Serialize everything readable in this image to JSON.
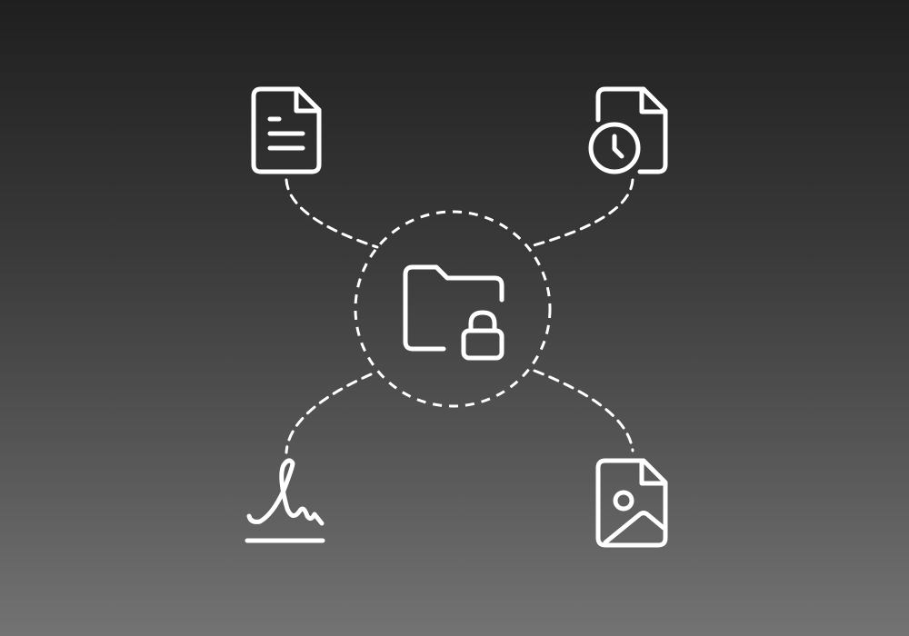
{
  "diagram": {
    "colors": {
      "stroke": "#ffffff",
      "background_top": "#1f1f1f",
      "background_bottom": "#737373"
    },
    "center_node": {
      "icon": "folder-lock-icon"
    },
    "nodes": [
      {
        "id": "top-left",
        "icon": "document-icon"
      },
      {
        "id": "top-right",
        "icon": "document-clock-icon"
      },
      {
        "id": "bottom-left",
        "icon": "signature-icon"
      },
      {
        "id": "bottom-right",
        "icon": "document-image-icon"
      }
    ]
  }
}
